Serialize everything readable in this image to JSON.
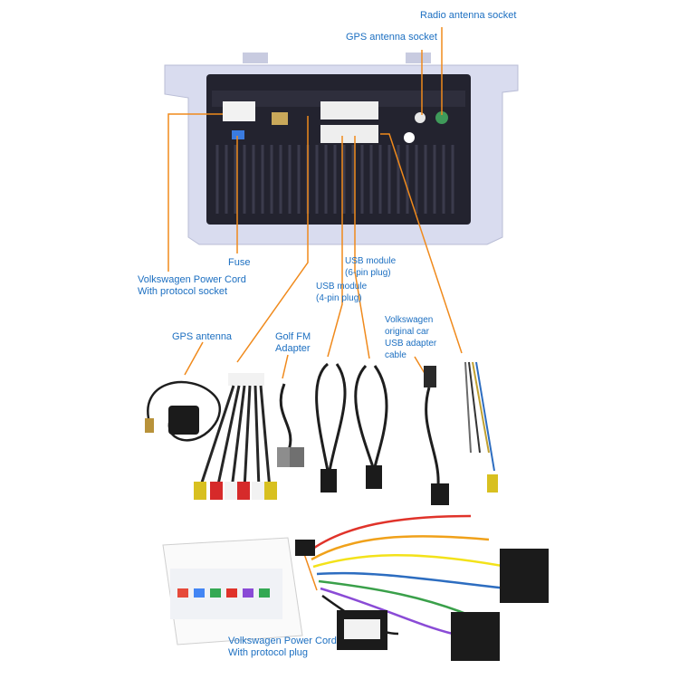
{
  "labels": {
    "radio_antenna_socket": "Radio antenna socket",
    "gps_antenna_socket": "GPS antenna socket",
    "fuse": "Fuse",
    "vw_power_cord_socket_1": "Volkswagen Power Cord",
    "vw_power_cord_socket_2": "With protocol socket",
    "usb_6pin_1": "USB module",
    "usb_6pin_2": "(6-pin plug)",
    "usb_4pin_1": "USB module",
    "usb_4pin_2": "(4-pin plug)",
    "gps_antenna": "GPS antenna",
    "golf_fm_1": "Golf FM",
    "golf_fm_2": "Adapter",
    "vw_usb_1": "Volkswagen",
    "vw_usb_2": "original car",
    "vw_usb_3": "USB adapter",
    "vw_usb_4": "cable",
    "vw_power_plug_1": "Volkswagen Power Cord",
    "vw_power_plug_2": "With protocol plug"
  },
  "colors": {
    "callout_text": "#1c6fc1",
    "leader_line": "#f08a1c",
    "frame": "#d9dcef",
    "unit_body": "#23232f"
  }
}
